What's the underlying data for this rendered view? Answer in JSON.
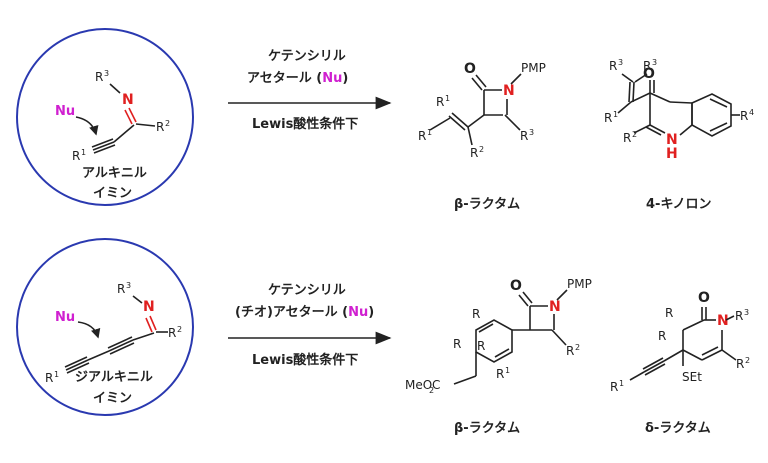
{
  "row1": {
    "start_caption_line1": "アルキニル",
    "start_caption_line2": "イミン",
    "nu": "Nu",
    "arrow_top_line1": "ケテンシリル",
    "arrow_top_line2_prefix": "アセタール (",
    "arrow_top_line2_nu": "Nu",
    "arrow_top_line2_suffix": ")",
    "arrow_bottom": "Lewis酸性条件下",
    "product1_caption": "β-ラクタム",
    "product2_caption": "4-キノロン",
    "pmp": "PMP"
  },
  "row2": {
    "start_caption_line1": "ジアルキニル",
    "start_caption_line2": "イミン",
    "nu": "Nu",
    "arrow_top_line1": "ケテンシリル",
    "arrow_top_line2_prefix": "(チオ)アセタール (",
    "arrow_top_line2_nu": "Nu",
    "arrow_top_line2_suffix": ")",
    "arrow_bottom": "Lewis酸性条件下",
    "product1_caption": "β-ラクタム",
    "product2_caption": "δ-ラクタム",
    "pmp": "PMP",
    "meo2c": "MeO",
    "set": "SEt"
  },
  "colors": {
    "ring": "#2a39b0",
    "nitrogen": "#e02020",
    "nucleophile": "#d020d0"
  }
}
